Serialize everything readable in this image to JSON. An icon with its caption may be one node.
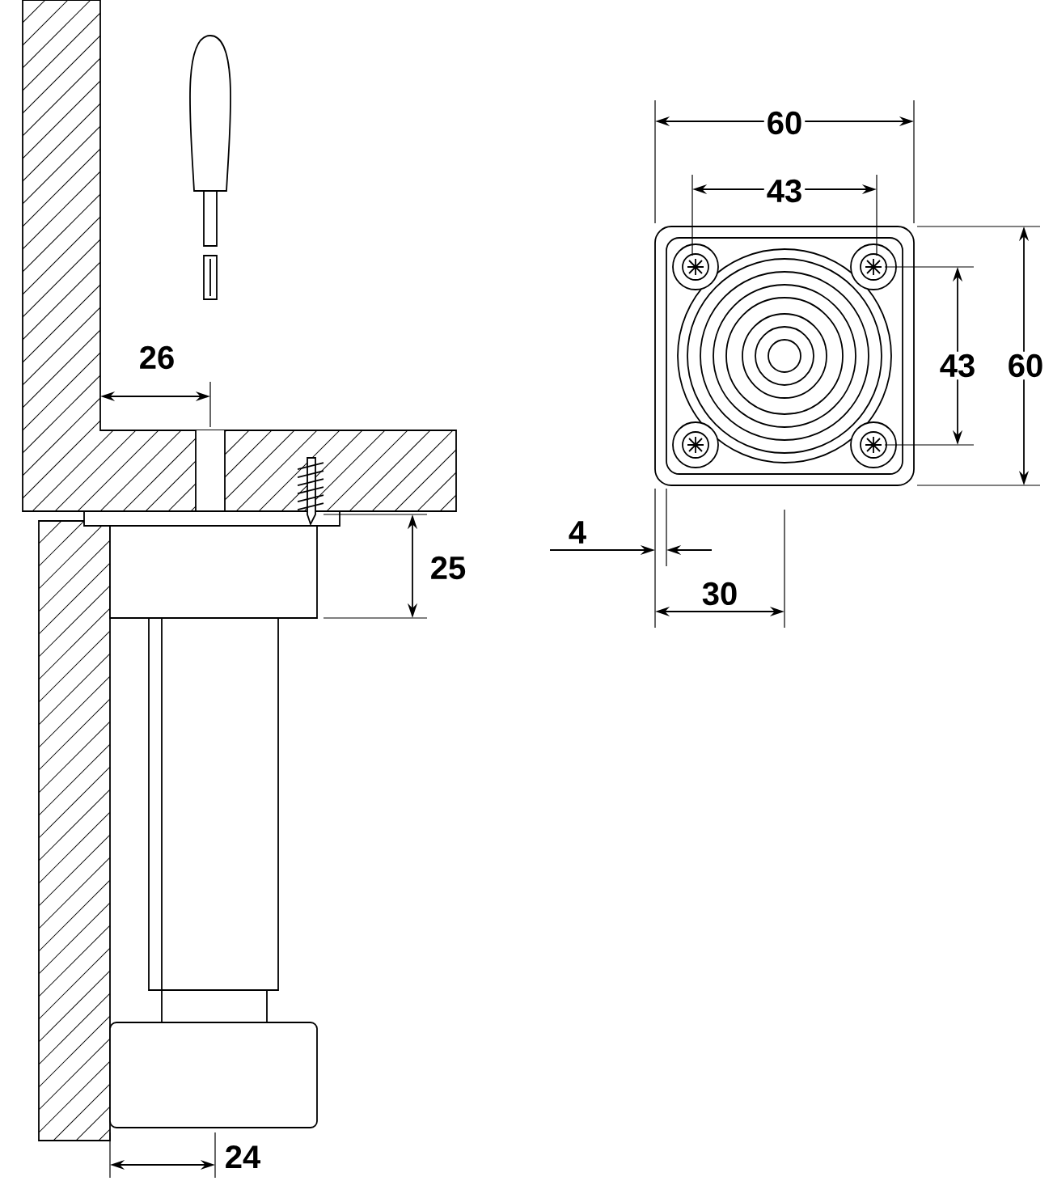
{
  "diagram": {
    "labels": [
      "60",
      "43",
      "26",
      "43",
      "60",
      "4",
      "25",
      "30",
      "24"
    ]
  }
}
